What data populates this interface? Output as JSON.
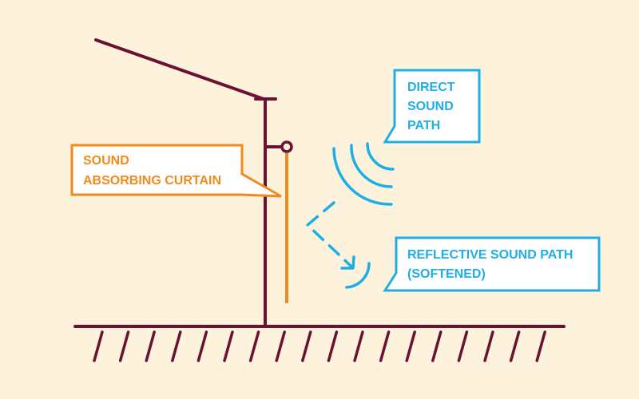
{
  "colors": {
    "background": "#fdf3dc",
    "structure": "#6b1233",
    "curtain": "#f08a1e",
    "sound": "#1daee6",
    "callout_fill": "#ffffff"
  },
  "labels": {
    "curtain": [
      "SOUND",
      "ABSORBING CURTAIN"
    ],
    "direct": [
      "DIRECT",
      "SOUND",
      "PATH"
    ],
    "reflective": [
      "REFLECTIVE SOUND PATH",
      "(SOFTENED)"
    ]
  }
}
